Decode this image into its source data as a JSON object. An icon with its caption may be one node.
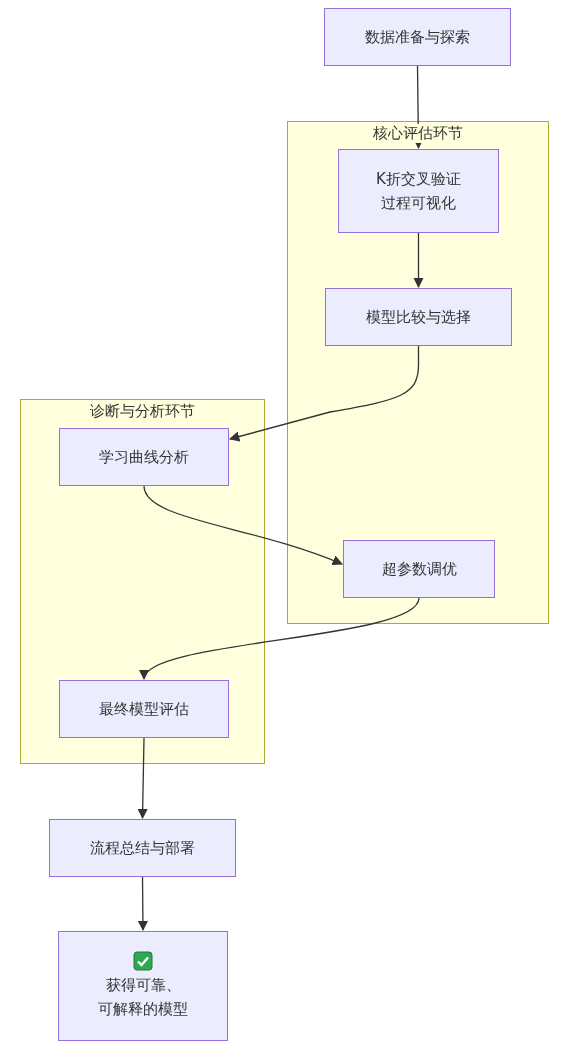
{
  "diagram": {
    "nodes": [
      {
        "text": [
          "数据准备与探索"
        ]
      },
      {
        "text": [
          "核心评估环节"
        ]
      },
      {
        "text": [
          "K折交叉验证过程可视化"
        ],
        "in": 1
      },
      {
        "text": [
          "模型比较与选择"
        ],
        "in": 1
      },
      {
        "text": [
          "诊断与分析环节"
        ]
      },
      {
        "text": [
          "学习曲线分析"
        ],
        "in": 4
      },
      {
        "text": [
          "超参数调优"
        ],
        "in": 1
      },
      {
        "text": [
          "最终模型评估"
        ],
        "in": 4
      },
      {
        "text": [
          "流程总结与部署"
        ]
      },
      {
        "text": [
          "获得可靠、可解释的模型"
        ]
      }
    ],
    "edges": [
      {
        "from": 0,
        "to": 2,
        "arrow": "to"
      },
      {
        "from": 2,
        "to": 3,
        "arrow": "to"
      },
      {
        "from": 3,
        "to": 5,
        "arrow": "to"
      },
      {
        "from": 5,
        "to": 6,
        "arrow": "to"
      },
      {
        "from": 6,
        "to": 7,
        "arrow": "to"
      },
      {
        "from": 7,
        "to": 8,
        "arrow": "to"
      },
      {
        "from": 8,
        "to": 9,
        "arrow": "to"
      }
    ]
  }
}
